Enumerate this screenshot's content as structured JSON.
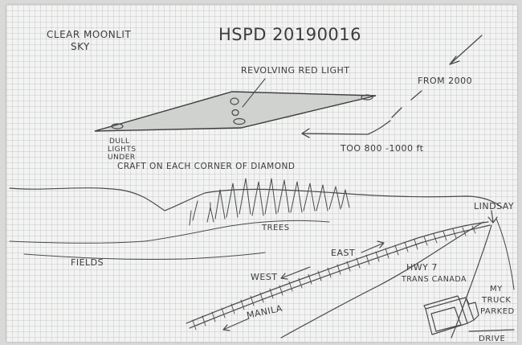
{
  "title": "HSPD 20190016",
  "sky_note": [
    "CLEAR MOONLIT",
    "SKY"
  ],
  "light_label": "REVOLVING RED LIGHT",
  "direction_from": "FROM 2000",
  "altitude_note": "TOO   800 -1000 ft",
  "dull_lights": [
    "DULL",
    "LIGHTS",
    "UNDER"
  ],
  "craft_note": "CRAFT ON EACH CORNER OF DIAMOND",
  "trees": "TREES",
  "lindsay": "LINDSAY",
  "fields": "FIELDS",
  "east": "EAST",
  "west": "WEST",
  "highway": [
    "HWY 7",
    "TRANS CANADA"
  ],
  "truck_note": [
    "MY",
    "TRUCK",
    "PARKED"
  ],
  "manila": "MANILA",
  "drive": "DRIVE",
  "colors": {
    "pencil": "#3c3c3c",
    "paper": "#f3f3f1",
    "craft_shading": "#cfd2cf"
  }
}
